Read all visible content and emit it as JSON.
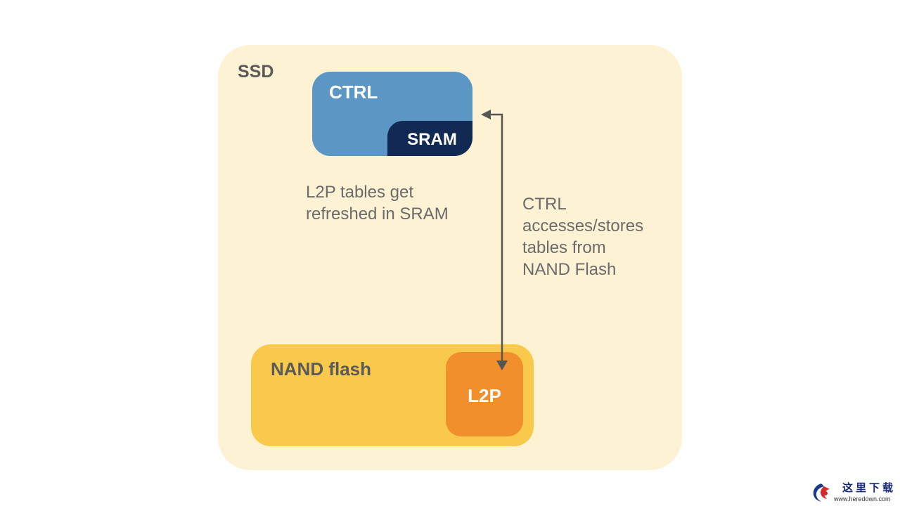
{
  "ssd": {
    "label": "SSD"
  },
  "ctrl": {
    "label": "CTRL",
    "sram_label": "SRAM"
  },
  "notes": {
    "sram": "L2P tables get\nrefreshed in SRAM",
    "ctrl": "CTRL\naccesses/stores\ntables from\nNAND Flash"
  },
  "nand": {
    "label": "NAND flash",
    "l2p_label": "L2P"
  },
  "watermark": {
    "text": "这里下载",
    "url": "www.heredown.com"
  },
  "colors": {
    "ssd_bg": "#fdf2d3",
    "ctrl": "#5b96c4",
    "sram": "#122a53",
    "nand": "#f9c94b",
    "l2p": "#f28f2d",
    "arrow": "#555555"
  }
}
